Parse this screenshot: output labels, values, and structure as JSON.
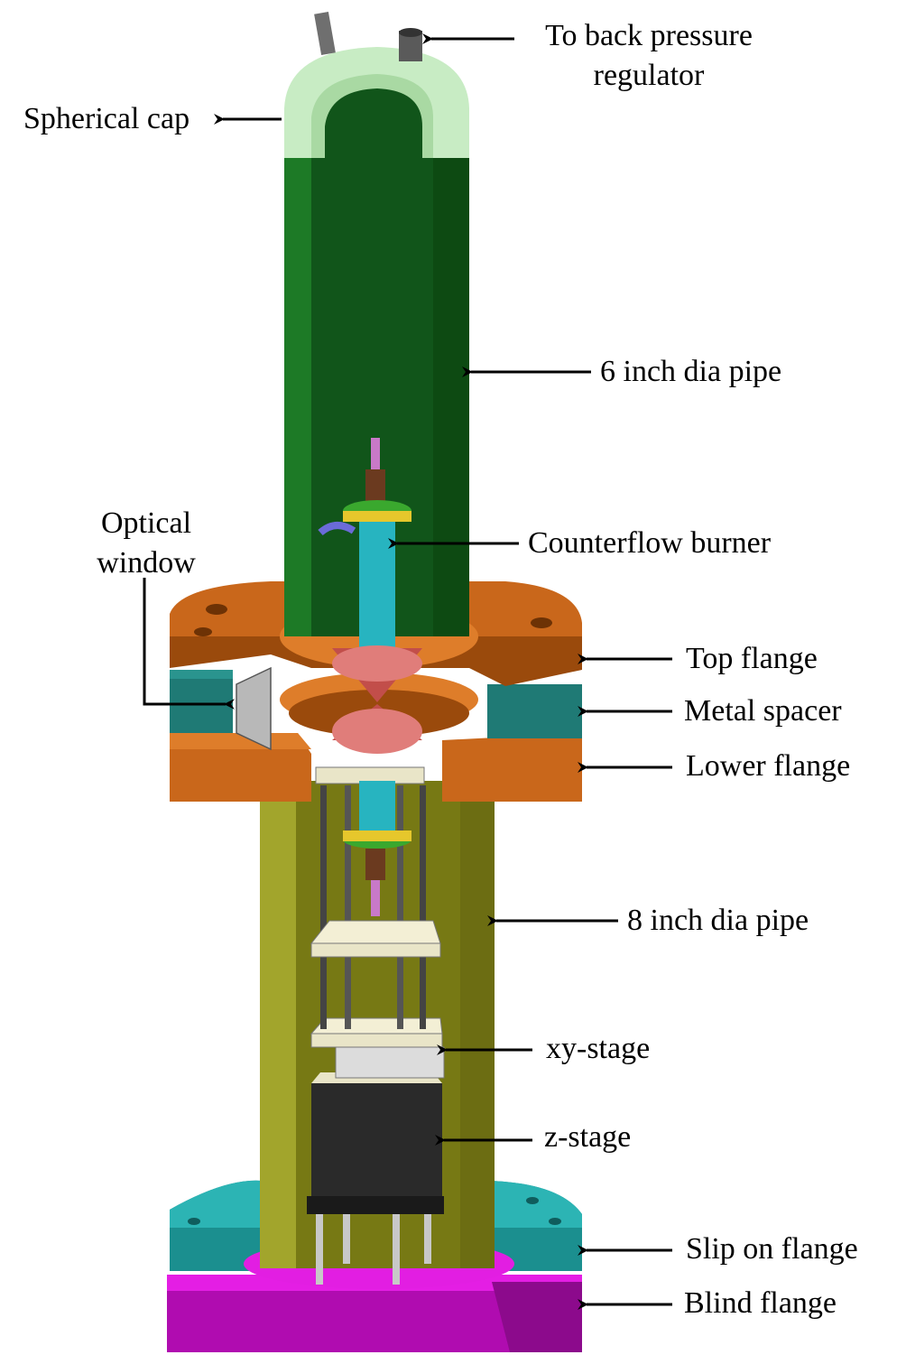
{
  "labels": {
    "back_pressure_line1": "To back pressure",
    "back_pressure_line2": "regulator",
    "spherical_cap": "Spherical cap",
    "six_inch_pipe": "6 inch dia pipe",
    "optical_window_line1": "Optical",
    "optical_window_line2": "window",
    "counterflow_burner": "Counterflow burner",
    "top_flange": "Top flange",
    "metal_spacer": "Metal spacer",
    "lower_flange": "Lower flange",
    "eight_inch_pipe": "8 inch dia pipe",
    "xy_stage": "xy-stage",
    "z_stage": "z-stage",
    "slip_on_flange": "Slip on flange",
    "blind_flange": "Blind flange"
  },
  "colors": {
    "pipe_6in": "#15641c",
    "pipe_6in_dark": "#0d4a12",
    "cap": "#c8ecc4",
    "flange_orange": "#c9671b",
    "flange_orange_dark": "#9a4a0c",
    "spacer_teal": "#1f7a75",
    "pipe_8in": "#8d8f1e",
    "pipe_8in_dark": "#6c6d12",
    "slip_flange": "#1fa0a0",
    "blind_flange": "#c40fc4",
    "burner_teal": "#27b4c0",
    "burner_pink": "#e07d7a",
    "burner_green": "#3aa82e",
    "plate": "#efe8c6",
    "motor": "#2a2a2a",
    "window": "#b8b8b8"
  }
}
